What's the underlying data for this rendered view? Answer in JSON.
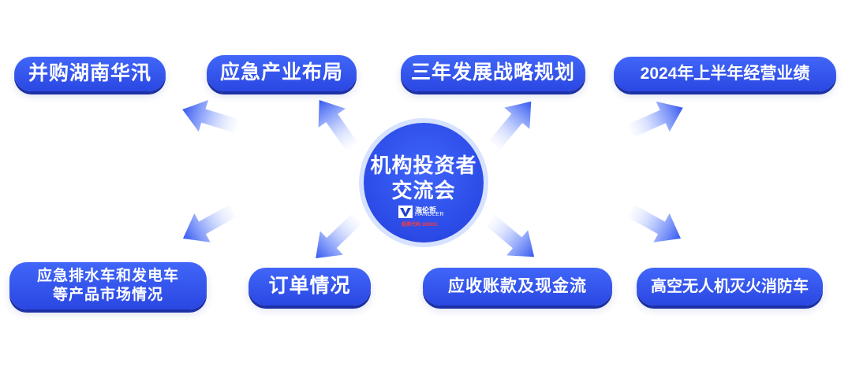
{
  "center": {
    "title_line1": "机构投资者",
    "title_line2": "交流会",
    "logo_cn": "海伦哲",
    "logo_en": "HANDLER",
    "stock": "股票代码 300201"
  },
  "topics": {
    "t1": "并购湖南华汛",
    "t2": "应急产业布局",
    "t3": "三年发展战略规划",
    "t4": "2024年上半年经营业绩",
    "t5_line1": "应急排水车和发电车",
    "t5_line2": "等产品市场情况",
    "t6": "订单情况",
    "t7": "应收账款及现金流",
    "t8": "高空无人机灭火消防车"
  },
  "colors": {
    "box": "#2b4ae6",
    "arrow": "#3b5cf0",
    "stock_text": "#ff3b3b"
  }
}
